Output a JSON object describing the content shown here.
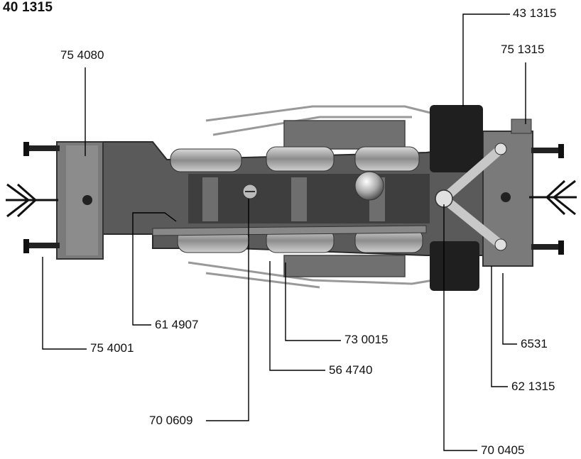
{
  "title": "40 1315",
  "labels": {
    "p431315": "43 1315",
    "p754080": "75 4080",
    "p751315": "75 1315",
    "p614907": "61 4907",
    "p730015": "73 0015",
    "p754001": "75 4001",
    "p6531": "6531",
    "p564740": "56 4740",
    "p621315": "62 1315",
    "p700609": "70 0609",
    "p700405": "70 0405"
  }
}
